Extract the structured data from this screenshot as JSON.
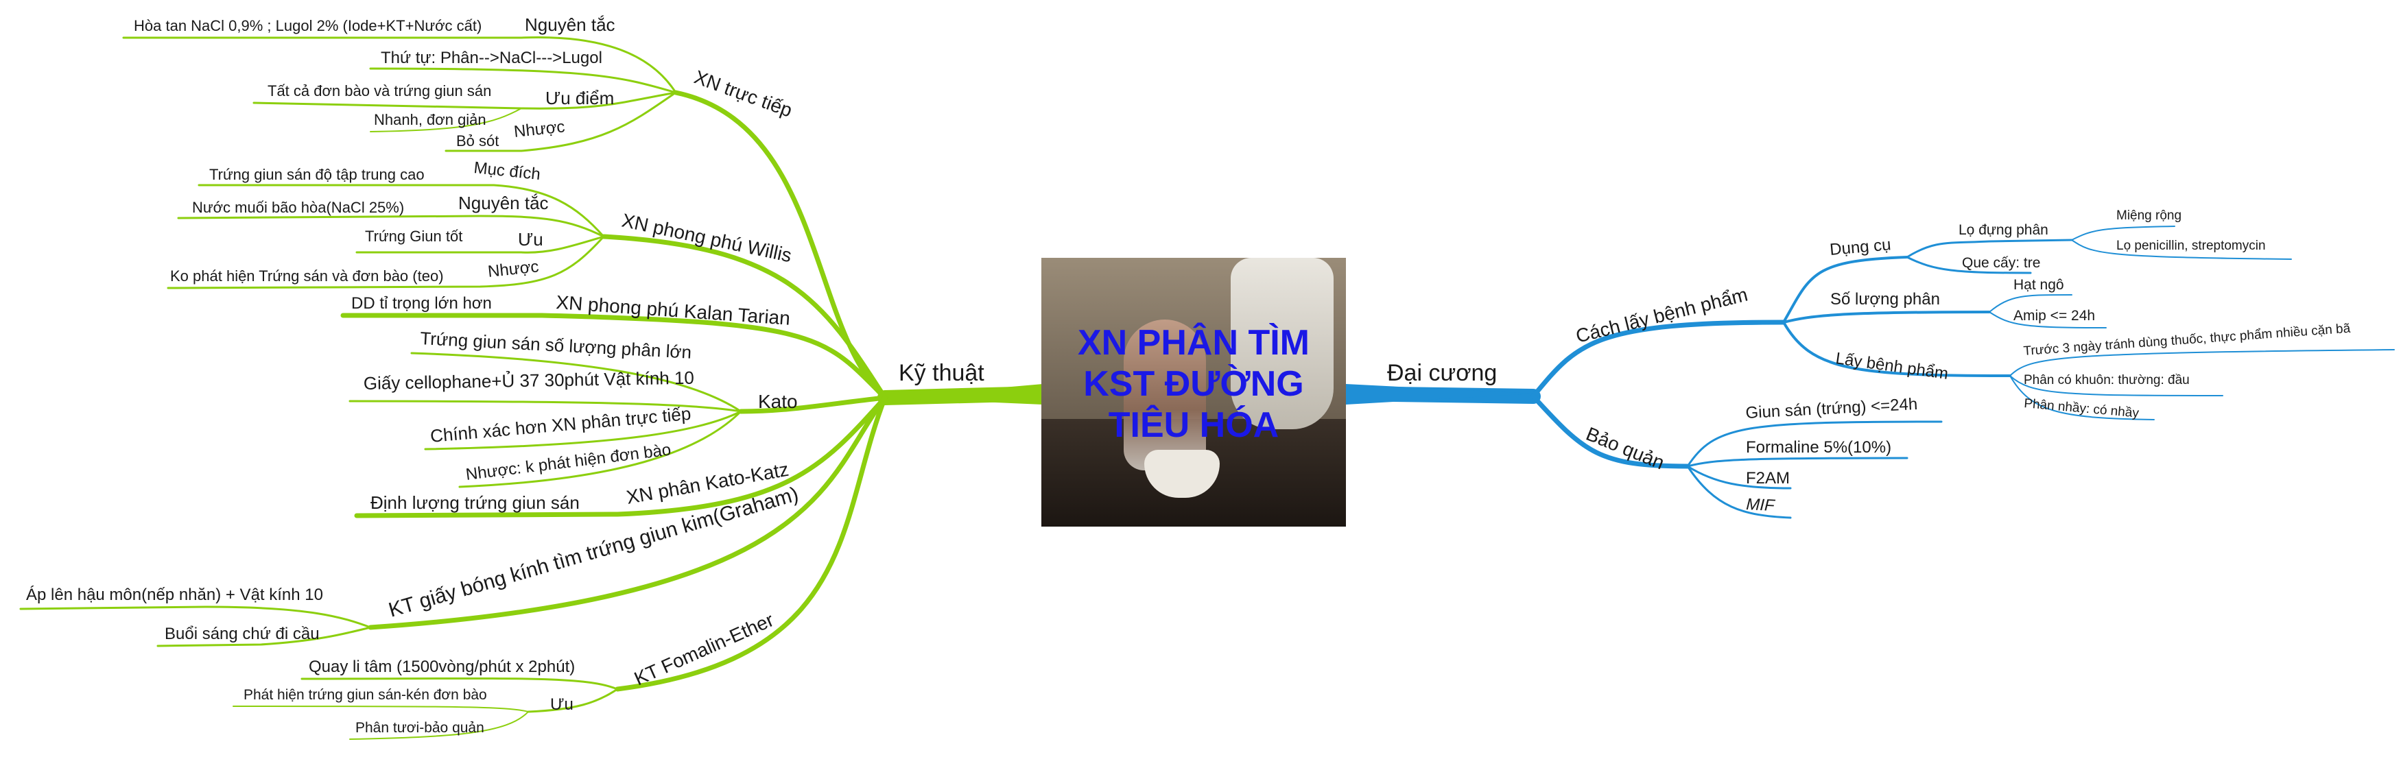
{
  "center": {
    "title_line1": "XN PHÂN TÌM",
    "title_line2": "KST ĐƯỜNG",
    "title_line3": "TIÊU HÓA"
  },
  "colors": {
    "left_branch": "#8ccf0e",
    "right_branch": "#1f8fd6",
    "title": "#1a18e6"
  },
  "left": {
    "root": "Kỹ thuật",
    "xn_truc_tiep": "XN trực tiếp",
    "xn_truc_tiep_nguyen_tac": "Nguyên tắc",
    "xn_truc_tiep_nguyen_tac_detail": "Hòa tan NaCl 0,9% ; Lugol 2% (Iode+KT+Nước cất)",
    "xn_truc_tiep_thu_tu": "Thứ tự: Phân-->NaCl--->Lugol",
    "xn_truc_tiep_uu_diem": "Ưu điểm",
    "xn_truc_tiep_uu_1": "Tất cả đơn bào và trứng giun sán",
    "xn_truc_tiep_uu_2": "Nhanh, đơn giản",
    "xn_truc_tiep_nhuoc": "Nhược",
    "xn_truc_tiep_nhuoc_1": "Bỏ sót",
    "willis": "XN phong phú Willis",
    "willis_muc_dich": "Mục đích",
    "willis_muc_dich_1": "Trứng giun sán độ tập trung cao",
    "willis_nguyen_tac": "Nguyên tắc",
    "willis_nguyen_tac_1": "Nước muối bão hòa(NaCl 25%)",
    "willis_uu": "Ưu",
    "willis_uu_1": "Trứng Giun tốt",
    "willis_nhuoc": "Nhược",
    "willis_nhuoc_1": "Ko phát hiện Trứng sán và đơn bào (teo)",
    "kalan": "XN phong phú Kalan Tarian",
    "kalan_1": "DD tỉ trọng lớn hơn",
    "kato": "Kato",
    "kato_1": "Trứng giun sán số lượng phân lớn",
    "kato_2": "Giấy cellophane+Ủ 37 30phút Vật kính 10",
    "kato_3": "Chính xác hơn XN phân trực tiếp",
    "kato_4": "Nhược: k phát hiện đơn bào",
    "katokatz": "XN phân Kato-Katz",
    "katokatz_1": "Định lượng trứng giun sán",
    "graham": "KT giấy bóng kính tìm trứng giun kim(Graham)",
    "graham_1": "Áp lên hậu môn(nếp nhăn) + Vật kính 10",
    "graham_2": "Buổi sáng chứ đi cầu",
    "formalin": "KT Fomalin-Ether",
    "formalin_1": "Quay li tâm (1500vòng/phút x 2phút)",
    "formalin_uu": "Ưu",
    "formalin_uu_1": "Phát hiện trứng giun sán-kén đơn bào",
    "formalin_uu_2": "Phân tươi-bảo quản"
  },
  "right": {
    "root": "Đại cương",
    "cach_lay": "Cách lấy bệnh phẩm",
    "dung_cu": "Dụng cụ",
    "lo_dung_phan": "Lọ đựng phân",
    "mieng_rong": "Miệng rộng",
    "lo_penicillin": "Lọ penicillin, streptomycin",
    "que_cay": "Que cấy: tre",
    "so_luong": "Số lượng phân",
    "hat_ngo": "Hạt ngô",
    "amip": "Amip <= 24h",
    "lay_benh_pham": "Lấy bệnh phẩm",
    "truoc_3_ngay": "Trước 3 ngày tránh dùng thuốc, thực phẩm nhiều cặn bã",
    "phan_co_khuon": "Phân có khuôn: thường: đầu",
    "phan_nhay": "Phân nhầy: có nhầy",
    "bao_quan": "Bảo quản",
    "giun_san": "Giun sán (trứng) <=24h",
    "formaline": "Formaline 5%(10%)",
    "f2am": "F2AM",
    "mif": "MIF"
  }
}
